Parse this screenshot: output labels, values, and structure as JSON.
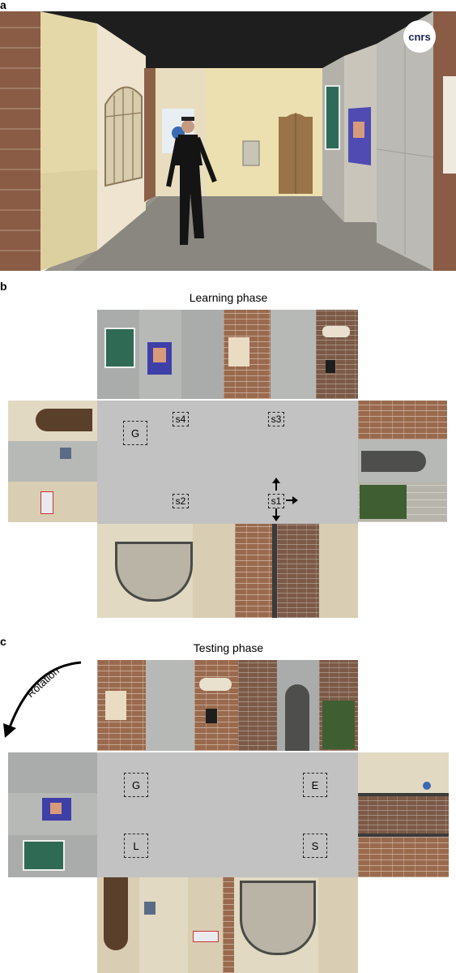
{
  "panels": {
    "a": {
      "letter": "a",
      "logo": "cnrs"
    },
    "b": {
      "letter": "b",
      "title": "Learning phase",
      "markers": [
        {
          "id": "G",
          "label": "G"
        },
        {
          "id": "s4",
          "label": "s4"
        },
        {
          "id": "s3",
          "label": "s3"
        },
        {
          "id": "s2",
          "label": "s2"
        },
        {
          "id": "s1",
          "label": "s1"
        }
      ]
    },
    "c": {
      "letter": "c",
      "title": "Testing phase",
      "rotation_label": "Rotation",
      "markers": [
        {
          "id": "G",
          "label": "G"
        },
        {
          "id": "E",
          "label": "E"
        },
        {
          "id": "L",
          "label": "L"
        },
        {
          "id": "S",
          "label": "S"
        }
      ]
    }
  },
  "colors": {
    "arena": "#c2c2c2",
    "atm_frame": "#3f3fa8",
    "shutter": "#2f6a55",
    "door": "#8a6a40",
    "hedge": "#3f5f32"
  }
}
